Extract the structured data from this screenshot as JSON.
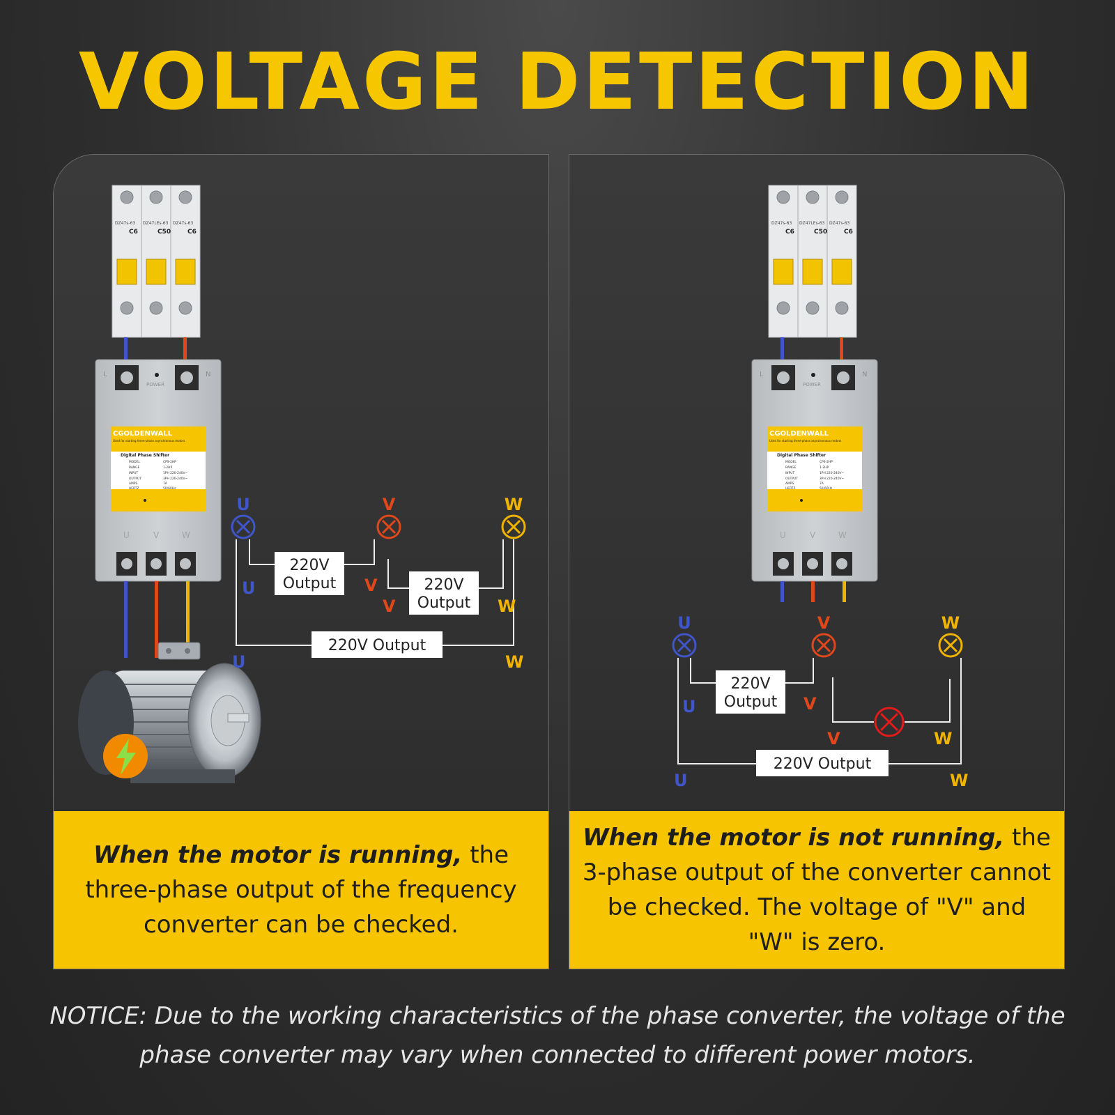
{
  "title": "VOLTAGE DETECTION",
  "colors": {
    "accent": "#f6c400",
    "u": "#3f55c9",
    "v": "#e0481c",
    "w": "#f0b400",
    "fault": "#e21b1b"
  },
  "breaker": {
    "labels": [
      "DZ47s-63",
      "DZ47LEs-63",
      "DZ47s-63"
    ],
    "ratings": [
      "C6",
      "C50",
      "C6"
    ]
  },
  "converter": {
    "top_terminals": [
      "L",
      "N"
    ],
    "power": "POWER",
    "brand": "CGOLDENWALL",
    "subtitle": "Used for starting three-phase asynchronous motors",
    "product": "Digital Phase Shifter",
    "spec_rows": [
      [
        "MODEL",
        "CPS-2HP"
      ],
      [
        "RANGE",
        "1-2HP"
      ],
      [
        "INPUT",
        "1PH 220-240V~"
      ],
      [
        "OUTPUT",
        "3PH 220-240V~"
      ],
      [
        "AMPS",
        "7A"
      ],
      [
        "HERTZ",
        "50/60Hz"
      ]
    ],
    "bottom_terminals": [
      "U",
      "V",
      "W"
    ]
  },
  "left_panel": {
    "lamps": [
      "U",
      "V",
      "W"
    ],
    "box_uv": [
      "220V",
      "Output"
    ],
    "box_vw": [
      "220V",
      "Output"
    ],
    "box_uw": "220V Output",
    "end_labels": {
      "uv_u": "U",
      "uv_v": "V",
      "vw_v": "V",
      "vw_w": "W",
      "uw_u": "U",
      "uw_w": "W"
    },
    "caption_bold": "When the motor is running,",
    "caption_rest": " the three-phase output of the frequency converter can be checked."
  },
  "right_panel": {
    "lamps": [
      "U",
      "V",
      "W"
    ],
    "box_uv": [
      "220V",
      "Output"
    ],
    "box_uw": "220V Output",
    "end_labels": {
      "uv_u": "U",
      "uv_v": "V",
      "vw_v": "V",
      "vw_w": "W",
      "uw_u": "U",
      "uw_w": "W"
    },
    "caption_bold": "When the motor is not running,",
    "caption_rest": " the 3-phase output of the converter cannot be checked. The voltage of \"V\" and \"W\" is zero."
  },
  "notice": "NOTICE: Due to the working characteristics of the phase converter, the voltage of the phase converter may vary when connected to different power motors."
}
